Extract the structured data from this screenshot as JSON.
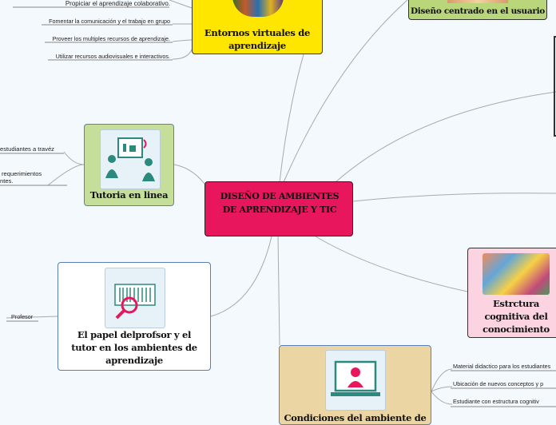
{
  "central": {
    "title": "DISEÑO DE AMBIENTES DE APRENDIZAJE Y TIC",
    "color": "#e8175d"
  },
  "nodes": {
    "entornos": {
      "title": "Entornos virtuales de aprendizaje",
      "color": "#ffe600"
    },
    "usuario": {
      "title": "Diseño centrado en el usuario",
      "color": "#b9d77a"
    },
    "tutoria": {
      "title": "Tutoria en linea",
      "color": "#c5df9a"
    },
    "papel": {
      "title": "El papel delprofsor y el tutor en los ambientes de aprendizaje",
      "color": "#ffffff"
    },
    "estructura": {
      "title": "Estrctura cognitiva del conocimiento",
      "color": "#fbd3e1"
    },
    "condiciones": {
      "title": "Condiciones del ambiente de",
      "color": "#ead5a3"
    }
  },
  "leaves": {
    "entornos": [
      "Propiciar el aprendizaje colaborativo.",
      "Fomentar la comunicación y el trabajo en grupo",
      "Proveer los multiples recursos de aprendizaje.",
      "Utilizar recursos audiovisuales e interactivos."
    ],
    "tutoria": [
      "estudiantes a travéz",
      "requerimientos",
      "ntes."
    ],
    "papel": [
      "Profesor"
    ],
    "condiciones": [
      "Material didactico para los estudiantes",
      "Ubicación de nuevos conceptos y p",
      "Estudiante con estructura cognitiv"
    ]
  }
}
